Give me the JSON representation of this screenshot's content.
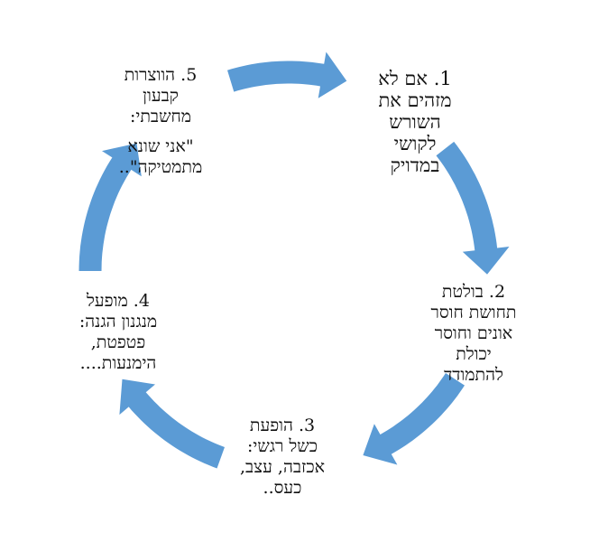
{
  "diagram": {
    "type": "cycle",
    "arrow_color": "#5b9bd5",
    "text_direction": "rtl",
    "nodes": [
      {
        "id": "1",
        "lines": [
          "1. אם לא",
          "מזהים את",
          "השורש",
          "לקושי",
          "במדויק"
        ]
      },
      {
        "id": "2",
        "lines": [
          "2. בולטת",
          "תחושת חוסר",
          "אונים וחוסר",
          "יכולת",
          "להתמודד"
        ]
      },
      {
        "id": "3",
        "lines": [
          "3. הופעת",
          "כשל רגשי:",
          "אכזבה, עצב,",
          "כעס.."
        ]
      },
      {
        "id": "4",
        "lines": [
          "4. מופעל",
          "מנגנון הגנה:",
          "פטפטת,",
          "הימנעות...."
        ]
      },
      {
        "id": "5",
        "lines": [
          "5. הווצרות",
          "קבעון",
          "מחשבתי:",
          "",
          "\"אני שונא",
          "מתמטיקה\".."
        ]
      }
    ],
    "arrows": [
      {
        "from": "5",
        "to": "1"
      },
      {
        "from": "1",
        "to": "2"
      },
      {
        "from": "2",
        "to": "3"
      },
      {
        "from": "3",
        "to": "4"
      },
      {
        "from": "4",
        "to": "5"
      }
    ]
  }
}
